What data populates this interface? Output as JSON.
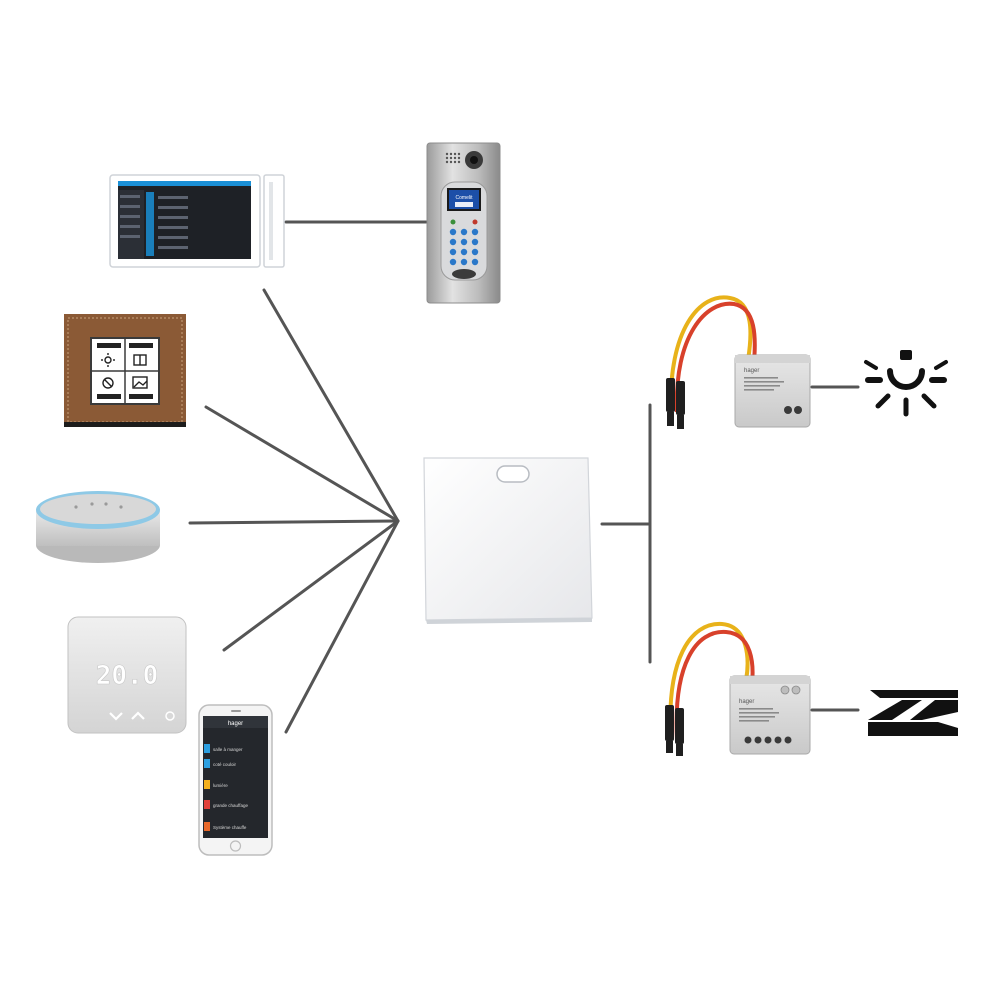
{
  "thermostat": {
    "temperature": "20.0"
  },
  "intercom": {
    "brand": "Comelit"
  },
  "modules": {
    "brand": "hager"
  },
  "phone_app": {
    "brand": "hager",
    "rows": [
      "salle à manger",
      "coté couloir",
      "lumière",
      "grande chauffage",
      "Système chauffe"
    ]
  },
  "colors": {
    "line": "#555555",
    "wire_yellow": "#e8b21a",
    "wire_red": "#d8412b",
    "leather": "#8b5a36",
    "tablet_accent": "#1a8fd6"
  }
}
